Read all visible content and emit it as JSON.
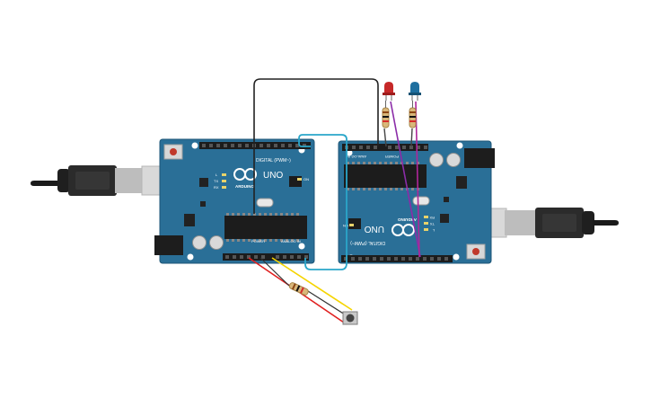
{
  "canvas": {
    "background": "#ffffff"
  },
  "boards": [
    {
      "id": "board-left",
      "model_label": "UNO",
      "brand_label": "ARDUINO",
      "digital_header_label": "DIGITAL (PWM~)",
      "power_header_label": "POWER",
      "analog_header_label": "ANALOG IN",
      "color": "#2a6f97",
      "led_labels": [
        "L",
        "TX",
        "RX"
      ],
      "on_label": "ON"
    },
    {
      "id": "board-right",
      "model_label": "UNO",
      "brand_label": "ARDUINO",
      "digital_header_label": "DIGITAL (PWM~)",
      "power_header_label": "POWER",
      "analog_header_label": "ANALOG IN",
      "color": "#2a6f97",
      "led_labels": [
        "L",
        "TX",
        "RX"
      ],
      "on_label": "ON"
    }
  ],
  "components": {
    "led_red": {
      "color": "#c62828"
    },
    "led_blue": {
      "color": "#1e6f9f"
    },
    "pushbutton": {
      "color": "#444444"
    }
  },
  "wire_colors": {
    "black": "#222222",
    "cyan": "#2aa6c9",
    "red": "#e02020",
    "yellow": "#f5d400",
    "purple": "#8b2ca8",
    "magenta": "#b0269a"
  }
}
